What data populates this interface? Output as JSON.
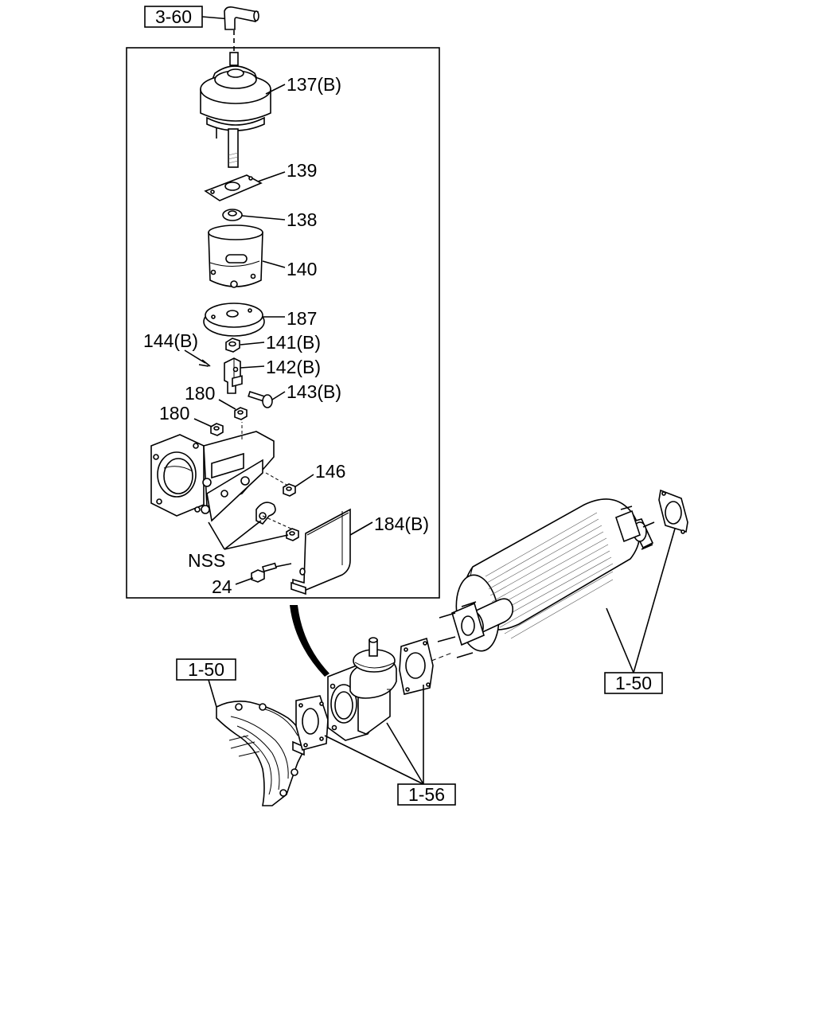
{
  "references": {
    "top_ref": "3-60",
    "left_ref": "1-50",
    "right_ref": "1-50",
    "bottom_ref": "1-56"
  },
  "callouts": {
    "p137": "137(B)",
    "p139": "139",
    "p138": "138",
    "p140": "140",
    "p187": "187",
    "p144": "144(B)",
    "p141": "141(B)",
    "p142": "142(B)",
    "p143": "143(B)",
    "p180a": "180",
    "p180b": "180",
    "p146": "146",
    "p184": "184(B)",
    "nss": "NSS",
    "p24": "24"
  }
}
